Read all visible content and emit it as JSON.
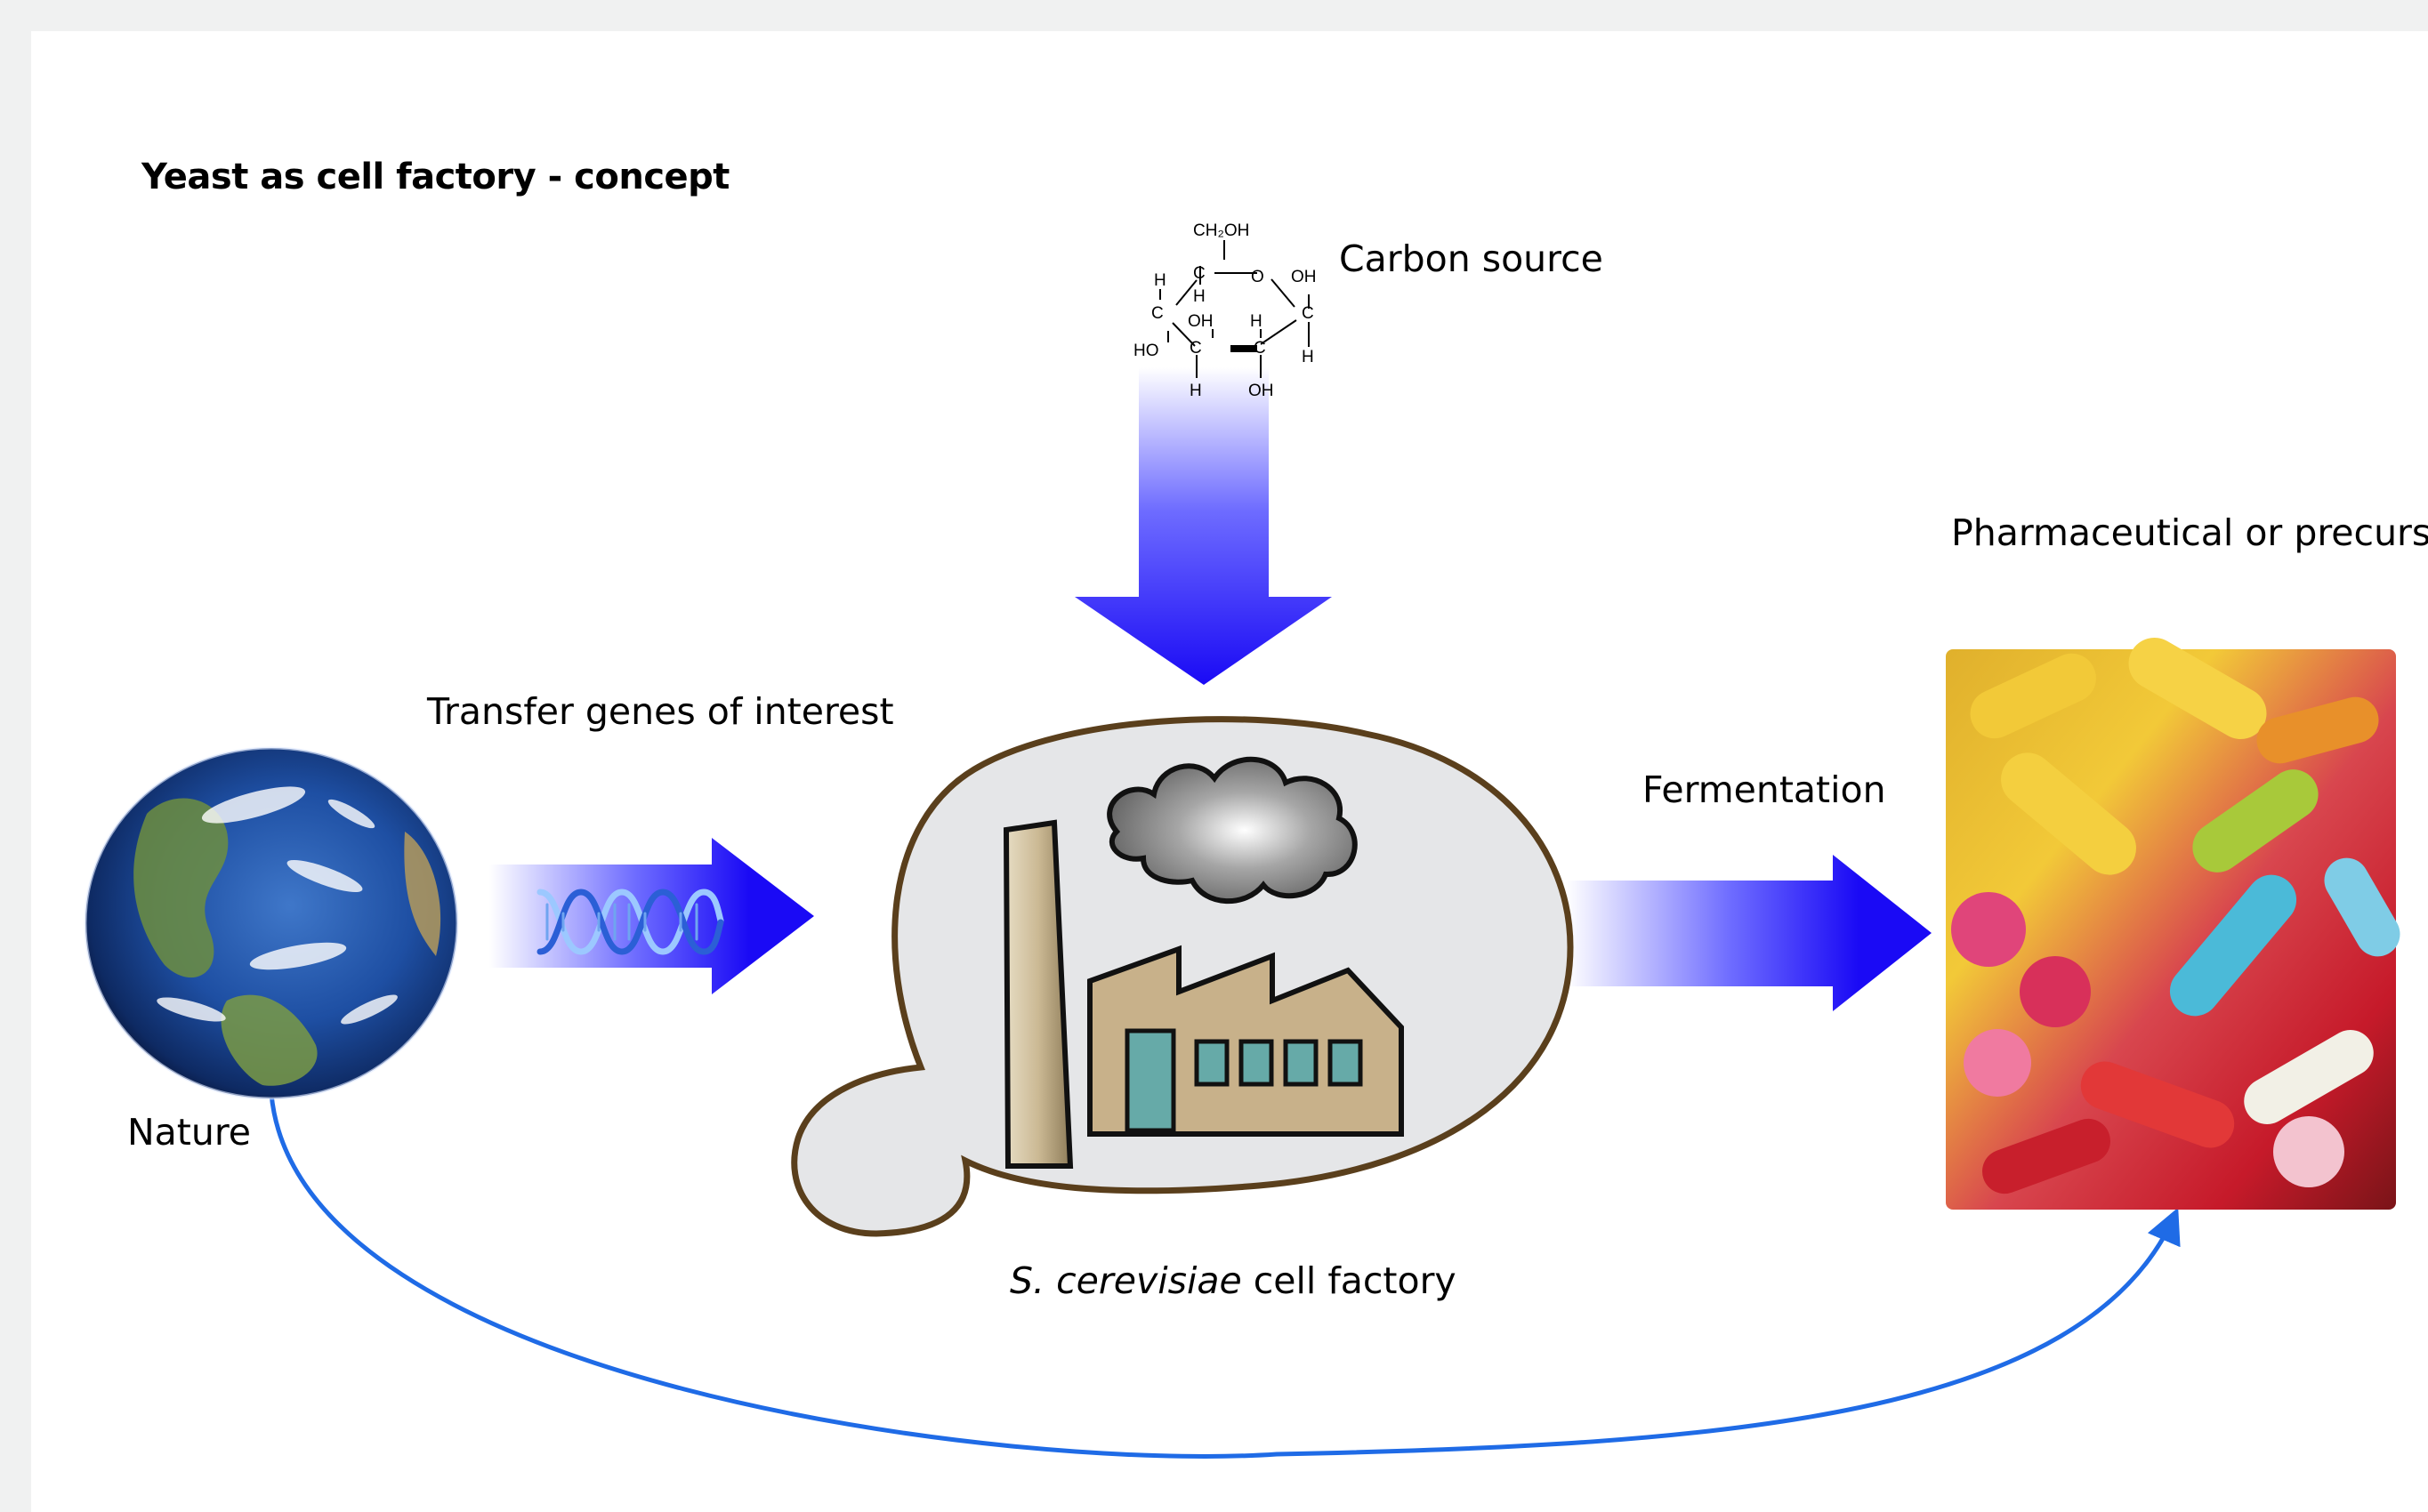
{
  "title": "Yeast as cell factory - concept",
  "labels": {
    "carbon_source": "Carbon source",
    "pharmaceutical": "Pharmaceutical or precursors",
    "transfer_genes": "Transfer genes of interest",
    "fermentation": "Fermentation",
    "nature": "Nature",
    "organism": "S. cerevisiae",
    "cell_factory": " cell factory"
  },
  "molecule": {
    "top": "CH₂OH",
    "h1": "H",
    "h2": "H",
    "h3": "H",
    "h4": "H",
    "h5": "H",
    "h6": "H",
    "c1": "C",
    "c2": "C",
    "c3": "C",
    "c4": "C",
    "c5": "C",
    "o_ring": "O",
    "oh_right": "OH",
    "oh_mid": "OH",
    "oh_bottom": "OH",
    "ho_left": "HO"
  },
  "colors": {
    "arrow_blue": "#1a0af5",
    "loop_blue": "#1f6be6",
    "yeast_outline": "#5a3f1c",
    "yeast_fill": "#e5e6e8"
  }
}
